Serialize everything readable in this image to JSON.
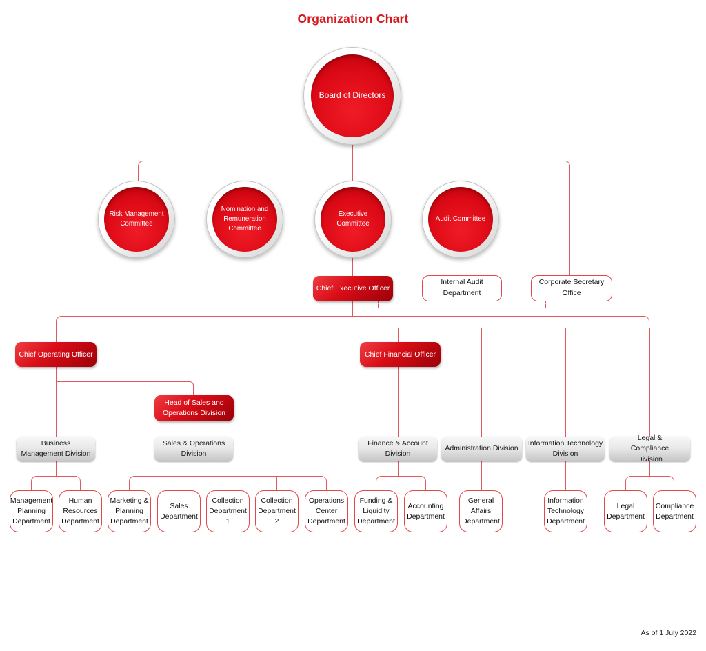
{
  "title": "Organization Chart",
  "footnote": "As of 1 July 2022",
  "colors": {
    "accent_red": "#dc0a16",
    "title_red": "#d7191f",
    "connector_red": "#e0595e",
    "division_gray": "#c5c5c5"
  },
  "org": {
    "board": {
      "label": "Board of Directors"
    },
    "committees": [
      {
        "label": "Risk Management Committee"
      },
      {
        "label": "Nomination and Remuneration Committee"
      },
      {
        "label": "Executive Committee"
      },
      {
        "label": "Audit Committee"
      }
    ],
    "ceo": {
      "label": "Chief Executive Officer"
    },
    "offices": [
      {
        "label": "Internal Audit Department"
      },
      {
        "label": "Corporate Secretary Office"
      }
    ],
    "coo": {
      "label": "Chief Operating Officer"
    },
    "cfo": {
      "label": "Chief Financial Officer"
    },
    "head_sales": {
      "label": "Head of Sales and Operations Division"
    },
    "divisions": [
      {
        "label": "Business Management Division"
      },
      {
        "label": "Sales & Operations Division"
      },
      {
        "label": "Finance & Account Division"
      },
      {
        "label": "Administration Division"
      },
      {
        "label": "Information Technology Division"
      },
      {
        "label": "Legal & Compliance Division"
      }
    ],
    "departments": [
      {
        "label": "Management Planning Department"
      },
      {
        "label": "Human Resources Department"
      },
      {
        "label": "Marketing & Planning Department"
      },
      {
        "label": "Sales Department"
      },
      {
        "label": "Collection Department 1"
      },
      {
        "label": "Collection Department 2"
      },
      {
        "label": "Operations Center Department"
      },
      {
        "label": "Funding & Liquidity Department"
      },
      {
        "label": "Accounting Department"
      },
      {
        "label": "General Affairs Department"
      },
      {
        "label": "Information Technology Department"
      },
      {
        "label": "Legal Department"
      },
      {
        "label": "Compliance Department"
      }
    ]
  }
}
